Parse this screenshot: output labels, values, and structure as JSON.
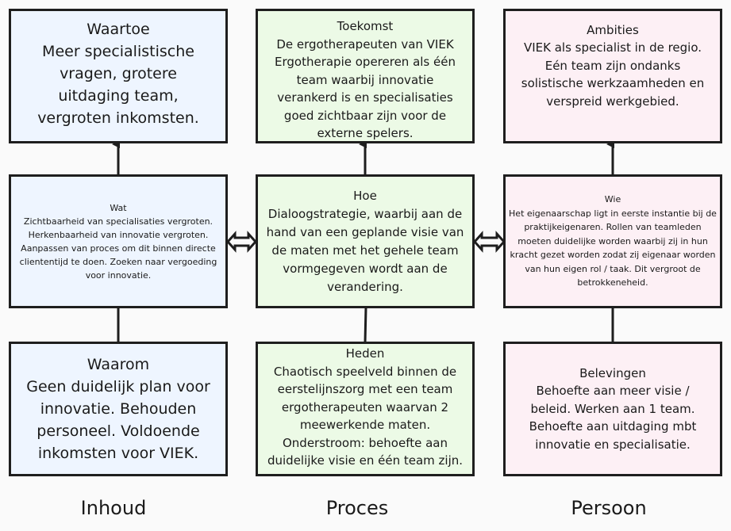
{
  "inhoud": {
    "label": "Inhoud",
    "top": {
      "title": "Waartoe",
      "body": "Meer specialistische vragen, grotere uitdaging team, vergroten inkomsten."
    },
    "mid": {
      "title": "Wat",
      "body": "Zichtbaarheid van specialisaties vergroten. Herkenbaarheid van innovatie vergroten. Aanpassen van proces om dit binnen directe cliententijd te doen. Zoeken naar vergoeding voor innovatie."
    },
    "bottom": {
      "title": "Waarom",
      "body": "Geen duidelijk plan voor innovatie. Behouden personeel. Voldoende inkomsten voor VIEK."
    }
  },
  "proces": {
    "label": "Proces",
    "top": {
      "title": "Toekomst",
      "body": "De ergotherapeuten van VIEK Ergotherapie opereren als één team waarbij innovatie verankerd is en specialisaties goed zichtbaar zijn voor de externe spelers."
    },
    "mid": {
      "title": "Hoe",
      "body": "Dialoogstrategie, waarbij aan de hand van een geplande visie van de maten met het gehele team vormgegeven wordt aan de verandering."
    },
    "bottom": {
      "title": "Heden",
      "body": "Chaotisch speelveld binnen de eerstelijnszorg met een team ergotherapeuten waarvan 2 meewerkende maten. Onderstroom: behoefte aan duidelijke visie en één team zijn."
    }
  },
  "persoon": {
    "label": "Persoon",
    "top": {
      "title": "Ambities",
      "body": "VIEK als specialist in de regio. Eén team zijn ondanks solistische werkzaamheden en verspreid werkgebied."
    },
    "mid": {
      "title": "Wie",
      "body": "Het eigenaarschap ligt in eerste instantie bij de praktijkeigenaren. Rollen van teamleden moeten duidelijke worden waarbij zij in hun kracht gezet worden zodat zij eigenaar worden van hun eigen rol / taak. Dit vergroot de betrokkeneheid."
    },
    "bottom": {
      "title": "Belevingen",
      "body": "Behoefte aan meer visie / beleid. Werken aan 1 team. Behoefte aan uitdaging mbt innovatie en specialisatie."
    }
  },
  "colors": {
    "blue": "#eef5ff",
    "green": "#ecfae6",
    "pink": "#fdf0f5",
    "stroke": "#1e1e1e"
  }
}
